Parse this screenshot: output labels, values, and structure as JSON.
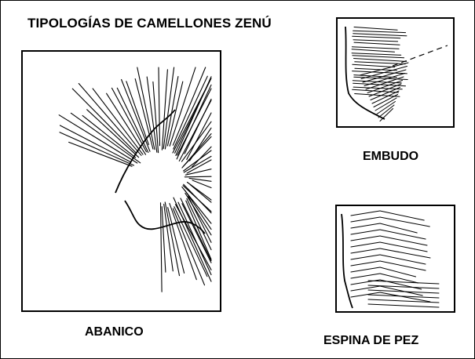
{
  "title": "TIPOLOGÍAS DE CAMELLONES ZENÚ",
  "panels": [
    {
      "id": "abanico",
      "label": "ABANICO"
    },
    {
      "id": "embudo",
      "label": "EMBUDO"
    },
    {
      "id": "espina",
      "label": "ESPINA DE PEZ"
    }
  ],
  "colors": {
    "ink": "#000000",
    "background": "#ffffff"
  }
}
